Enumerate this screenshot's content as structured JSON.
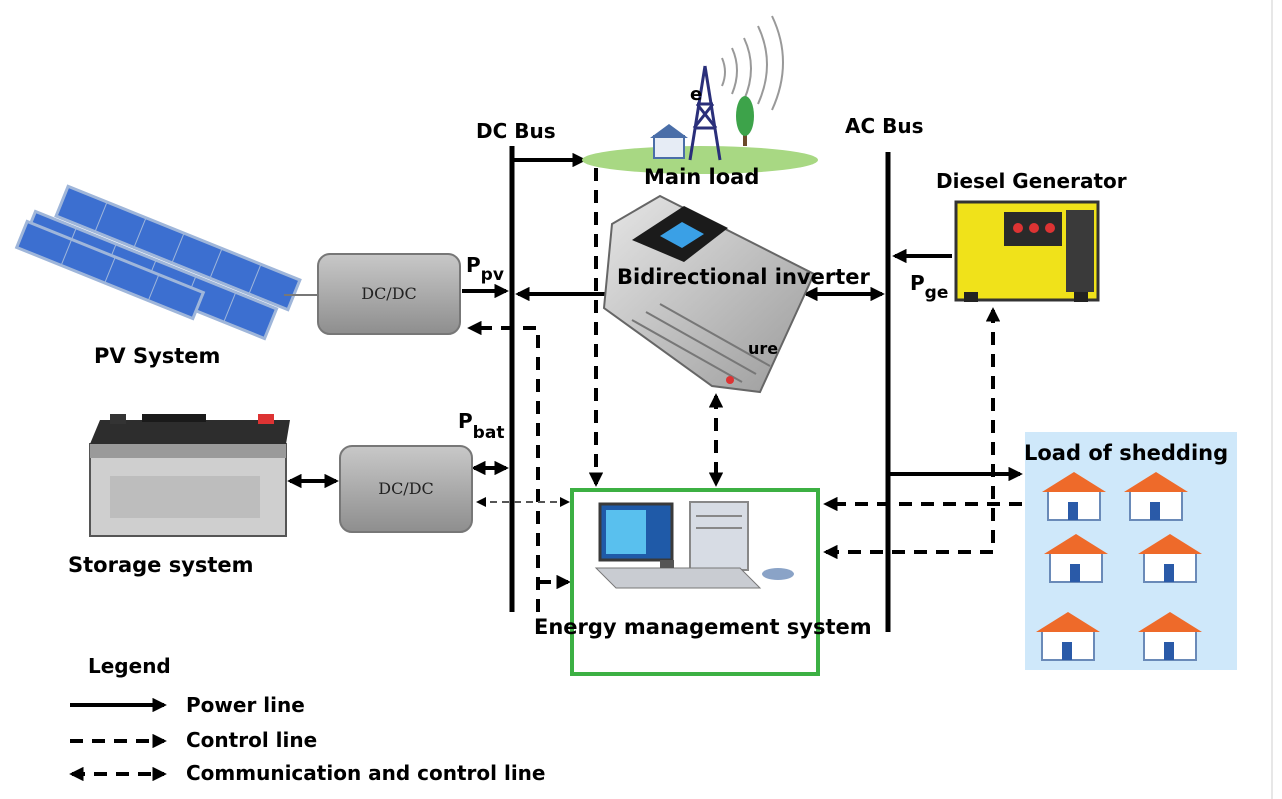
{
  "labels": {
    "dc_bus": "DC Bus",
    "ac_bus": "AC Bus",
    "main_load": "Main load",
    "main_load_e": "e",
    "diesel_generator": "Diesel Generator",
    "pv_system": "PV System",
    "storage_system": "Storage system",
    "bidirectional_inverter": "Bidirectional inverter",
    "inverter_fragment": "ure",
    "energy_management_system": "Energy management system",
    "load_of_shedding": "Load of shedding"
  },
  "converters": {
    "pv": "DC/DC",
    "storage": "DC/DC"
  },
  "power_symbols": {
    "p_pv": {
      "base": "P",
      "sub": "pv"
    },
    "p_bat": {
      "base": "P",
      "sub": "bat"
    },
    "p_ge": {
      "base": "P",
      "sub": "ge"
    }
  },
  "legend": {
    "title": "Legend",
    "items": [
      "Power line",
      "Control line",
      "Communication and control line"
    ]
  },
  "colors": {
    "line": "#000000",
    "ems_border": "#3cb043",
    "load_panel_bg": "#cfe8fa",
    "house_roof": "#ee6a2a",
    "generator_body": "#f0e21a",
    "pv_panel": "#3c6fd0",
    "converter_fill": "#a9a9a9",
    "ground": "#a8d883"
  },
  "icons": {
    "pv": "solar-panel-icon",
    "battery": "battery-icon",
    "inverter": "inverter-icon",
    "generator": "diesel-generator-icon",
    "computer": "computer-icon",
    "house": "house-icon",
    "tower": "antenna-tower-icon",
    "tree": "tree-icon"
  }
}
